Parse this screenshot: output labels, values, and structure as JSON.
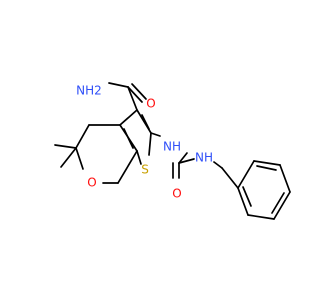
{
  "colors": {
    "background": "#ffffff",
    "bond": "#000000",
    "oxygen": "#ff0d0d",
    "nitrogen": "#3050f8",
    "sulfur": "#c8a000"
  },
  "labels": {
    "amide_nh2": "NH2",
    "amide_o": "O",
    "ring_o": "O",
    "ring_s": "S",
    "urea_nh_left": "NH",
    "urea_o": "O",
    "urea_nh_right": "NH"
  }
}
